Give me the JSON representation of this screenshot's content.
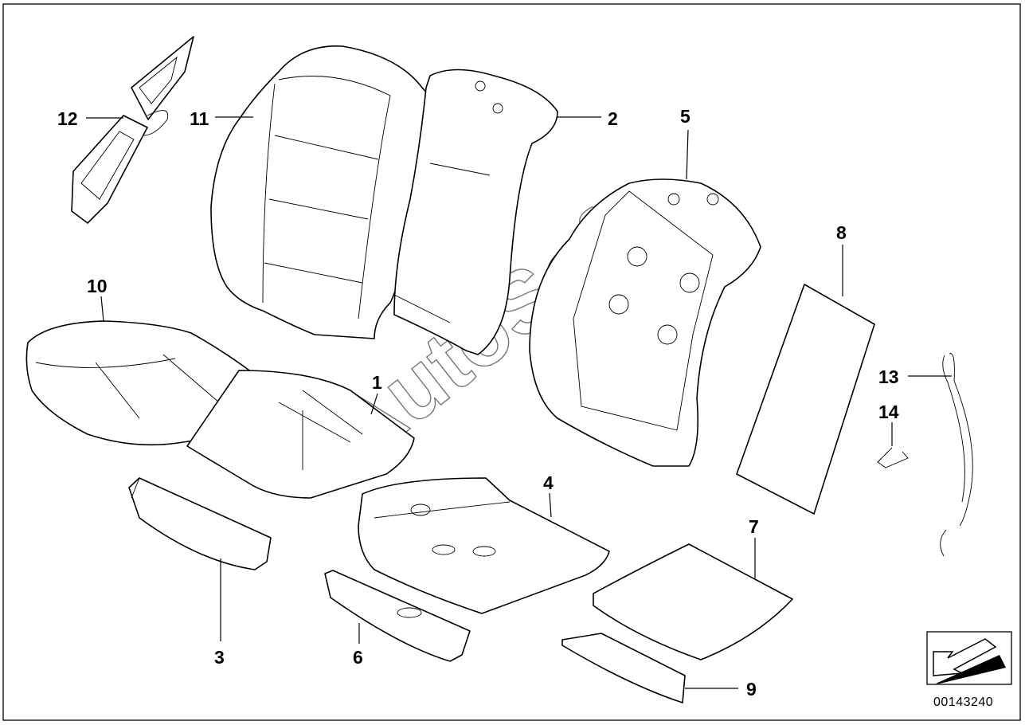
{
  "callouts": [
    "1",
    "2",
    "3",
    "4",
    "5",
    "6",
    "7",
    "8",
    "9",
    "10",
    "11",
    "12",
    "13",
    "14"
  ],
  "watermark": "AutoSoft",
  "diagram_number": "00143240",
  "icon": "arrow-pointer-icon"
}
